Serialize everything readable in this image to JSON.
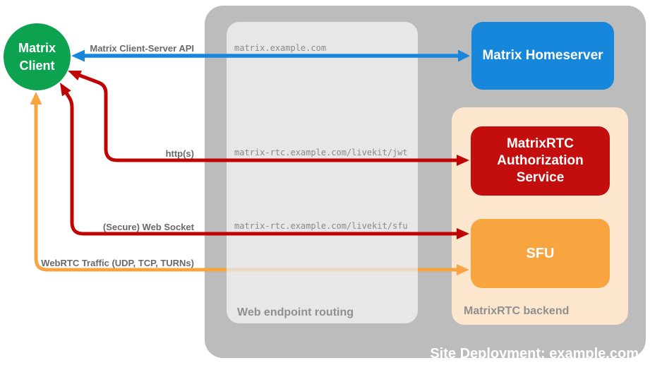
{
  "site": {
    "caption": "Site Deployment: example.com"
  },
  "routing": {
    "title": "Web endpoint routing",
    "endpoints": [
      "matrix.example.com",
      "matrix-rtc.example.com/livekit/jwt",
      "matrix-rtc.example.com/livekit/sfu"
    ]
  },
  "backend": {
    "title": "MatrixRTC backend"
  },
  "client": {
    "label": "Matrix Client"
  },
  "homeserver": {
    "label": "Matrix Homeserver"
  },
  "auth": {
    "label": "MatrixRTC Authorization Service"
  },
  "sfu": {
    "label": "SFU"
  },
  "arrows": [
    {
      "label": "Matrix Client-Server API"
    },
    {
      "label": "http(s)"
    },
    {
      "label": "(Secure) Web Socket"
    },
    {
      "label": "WebRTC Traffic (UDP, TCP, TURNs)"
    }
  ],
  "colors": {
    "container_gray": "#BCBCBC",
    "panel_gray": "#E7E7E7",
    "peach": "#FCE6CD",
    "green": "#0DA24F",
    "blue": "#1787DB",
    "red_box": "#C40D0D",
    "red_arrow": "#C00404",
    "orange_box": "#F8A43F",
    "orange_arrow": "#F7A441",
    "orange_arrow_faded": "#EAD8C2",
    "caption_white": "#FFFFFF",
    "caption_gray": "#8F8F8F",
    "label_gray": "#696969",
    "url_gray": "#8A8A8A"
  }
}
